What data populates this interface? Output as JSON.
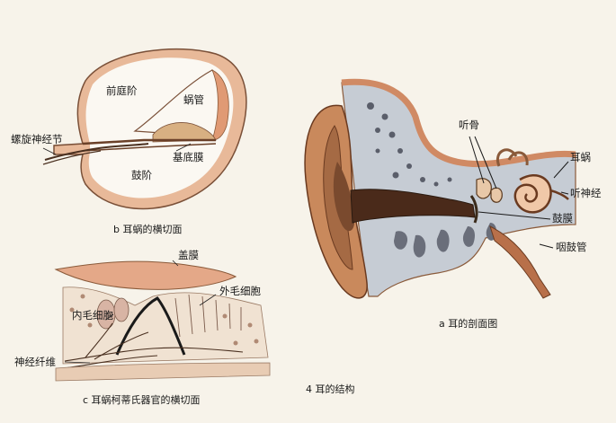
{
  "panel_b": {
    "labels": {
      "scala_vestibuli": "前庭阶",
      "cochlear_duct": "蜗管",
      "spiral_ganglion": "螺旋神经节",
      "basilar_membrane": "基底膜",
      "scala_tympani": "鼓阶"
    },
    "caption": "b 耳蜗的横切面"
  },
  "panel_c": {
    "labels": {
      "tectorial_membrane": "盖膜",
      "outer_hair_cells": "外毛细胞",
      "inner_hair_cells": "内毛细胞",
      "nerve_fibers": "神经纤维"
    },
    "caption": "c 耳蜗柯蒂氏器官的横切面"
  },
  "panel_a": {
    "labels": {
      "ossicles": "听骨",
      "cochlea": "耳蜗",
      "auditory_nerve": "听神经",
      "eardrum": "鼓膜",
      "eustachian_tube": "咽鼓管"
    },
    "caption": "a 耳的剖面图"
  },
  "figure_caption": "4 耳的结构",
  "colors": {
    "background": "#f7f3ea",
    "bone": "#e9c2a6",
    "flesh": "#c98a64",
    "dark_canal": "#4a2a1a",
    "cavity": "#b8c6d4",
    "line": "#2a2a2a"
  }
}
